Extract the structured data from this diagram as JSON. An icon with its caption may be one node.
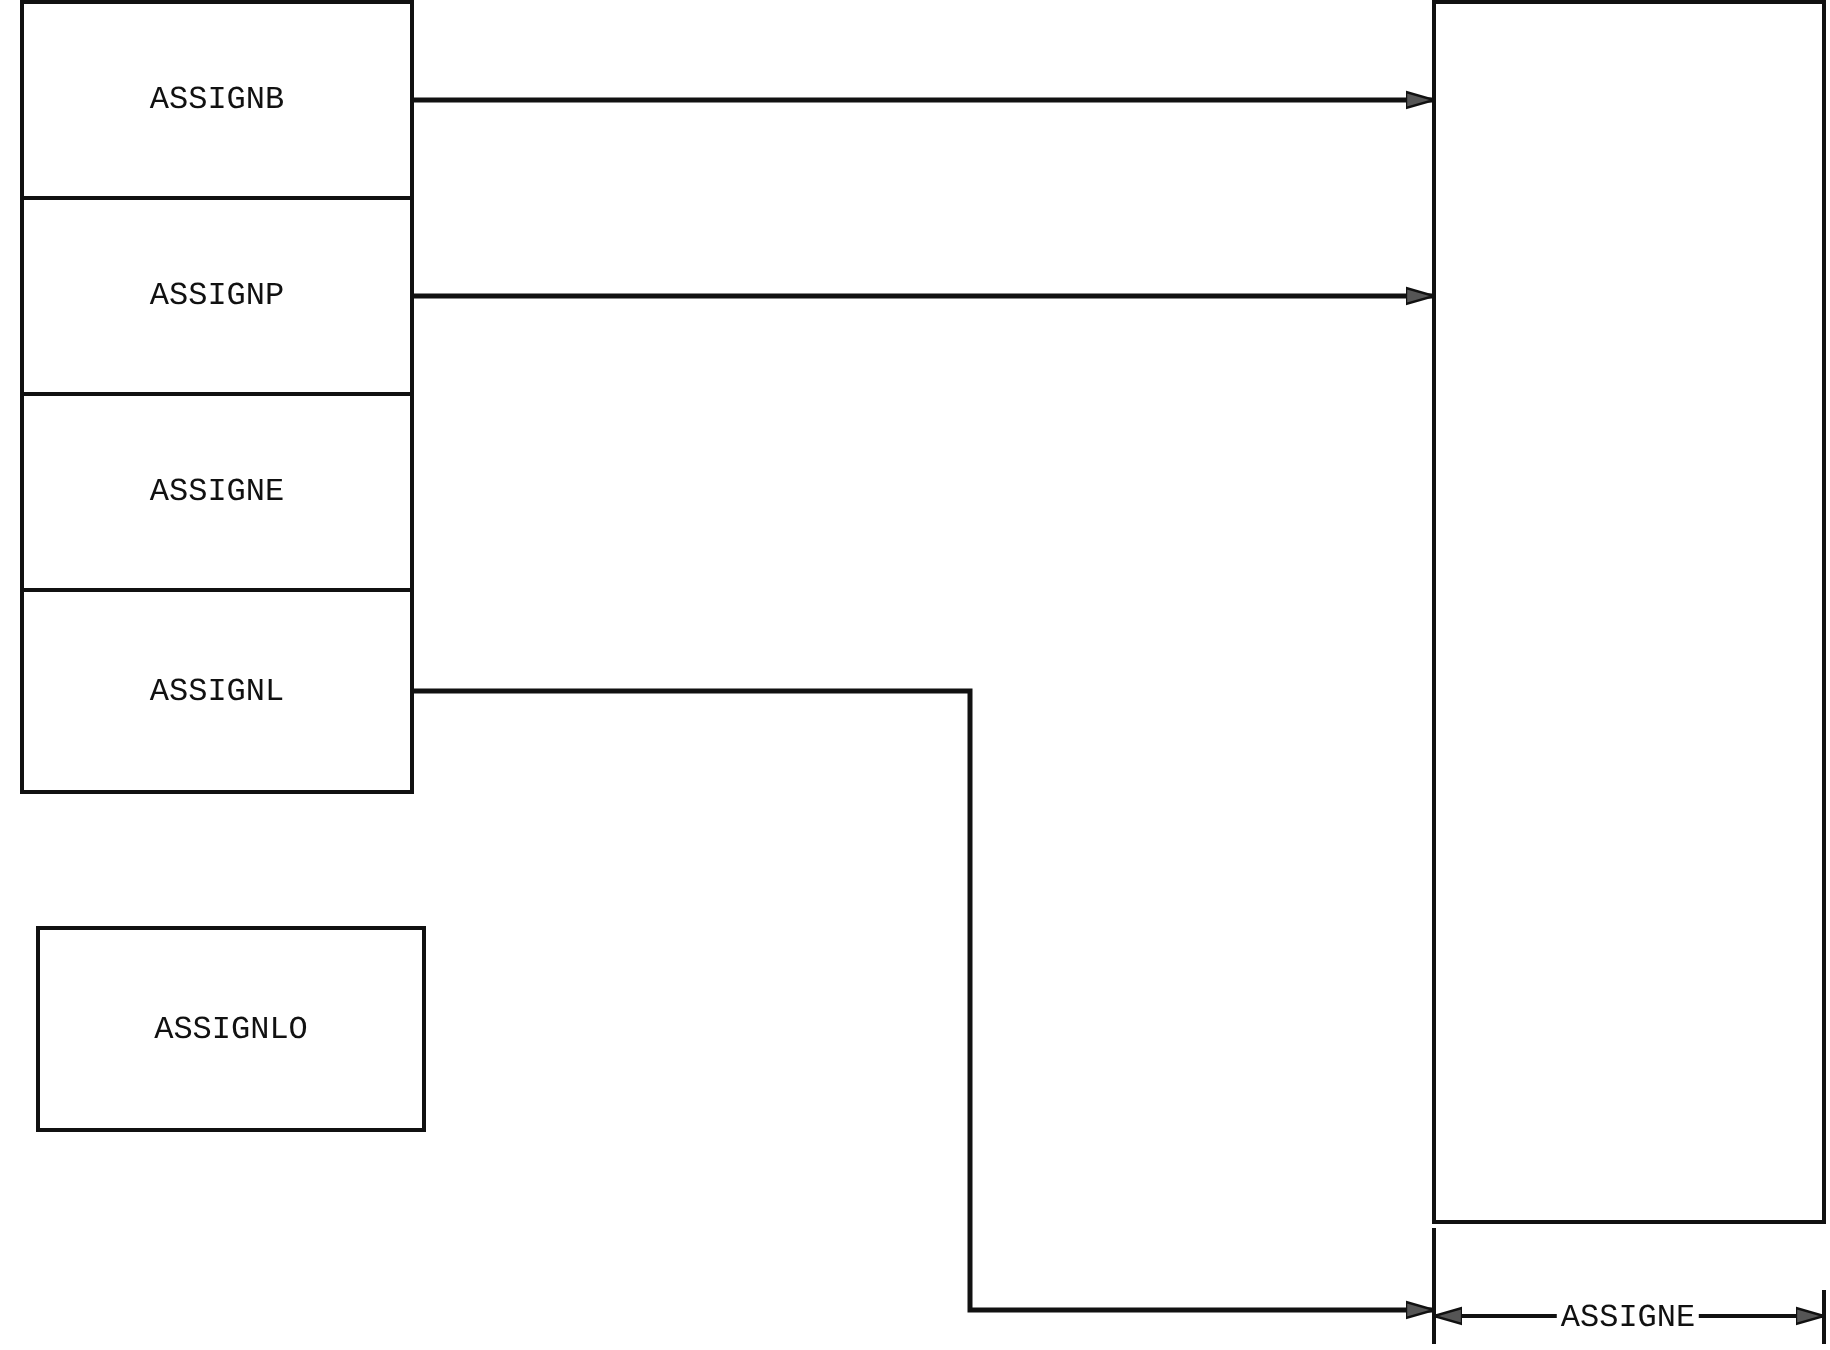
{
  "diagram": {
    "nodes": [
      {
        "text": [
          "ASSIGNB"
        ]
      },
      {
        "text": [
          "ASSIGNP"
        ]
      },
      {
        "text": [
          "ASSIGNE"
        ]
      },
      {
        "text": [
          "ASSIGNL"
        ]
      },
      {
        "text": [
          "ASSIGNLO"
        ]
      },
      {
        "text": [],
        "shape": "box"
      }
    ],
    "edges": [
      {
        "from": 0,
        "to": 5,
        "arrow": "to"
      },
      {
        "from": 1,
        "to": 5,
        "arrow": "to"
      },
      {
        "from": 3,
        "to": null,
        "arrow": "to"
      }
    ],
    "labels": [
      "ASSIGNE"
    ]
  }
}
